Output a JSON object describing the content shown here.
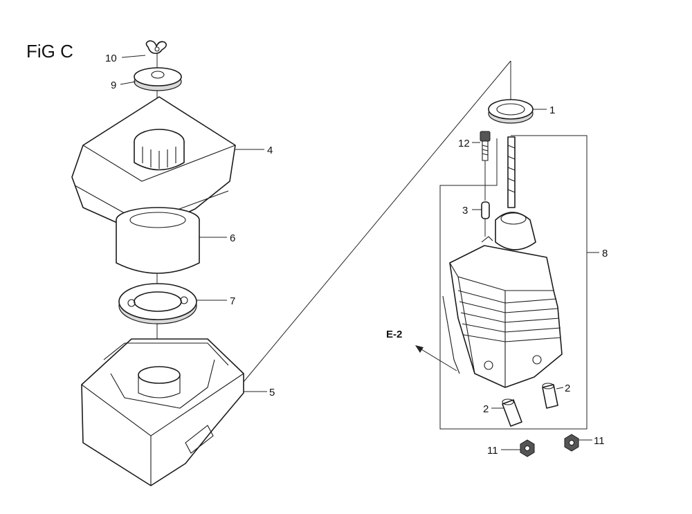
{
  "figure": {
    "title": "FiG C"
  },
  "callouts": {
    "c1": "1",
    "c2a": "2",
    "c2b": "2",
    "c3": "3",
    "c4": "4",
    "c5": "5",
    "c6": "6",
    "c7": "7",
    "c8": "8",
    "c9": "9",
    "c10": "10",
    "c11a": "11",
    "c11b": "11",
    "c12": "12"
  },
  "reference": {
    "label": "E-2"
  }
}
